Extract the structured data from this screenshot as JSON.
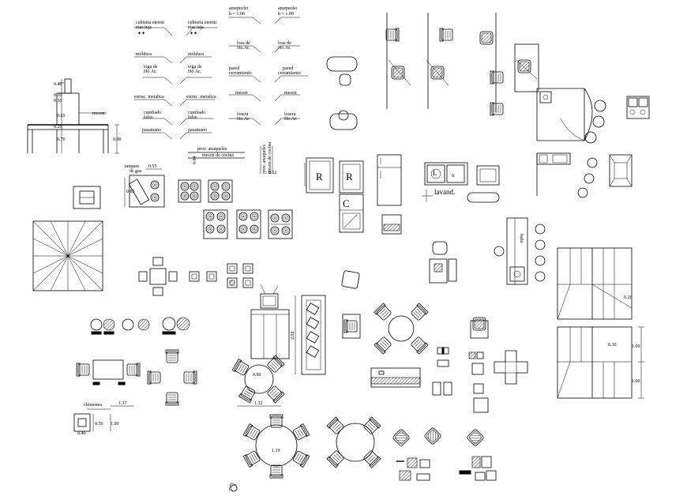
{
  "labels": {
    "cubierta_eternit": "cubierta eternit",
    "mas_teja": "mas teja",
    "moldura": "moldura",
    "viga_de": "viga de",
    "hoar": "Ho.Ar.",
    "estruc_metalica": "estruc. metalica",
    "cumbado": "cumbado",
    "falso": "falso",
    "pasamano": "pasamano",
    "antepecho": "antepecho",
    "h_100": "h = 1.00",
    "losa_de": "losa de",
    "pared": "pared",
    "cerramiento": "cerramiento",
    "meson": "meson",
    "losera": "losera",
    "prov_anaqueles": "prov. anaqueles",
    "meson_de_cocina": "meson de cocina",
    "tanques_de_gas": "tanques",
    "de_gas": "de gas",
    "chimenea": "chimenea",
    "lavand": "lavand.",
    "bano": "baño",
    "r": "R",
    "c": "C",
    "l": "L",
    "s": "S"
  },
  "dims": {
    "d040": "0.40",
    "d030": "0.30",
    "d065": "0.65",
    "d020": "0.20",
    "d070": "0.70",
    "d090": "0.90",
    "d055": "0.55",
    "d084": "0.84",
    "d085": "0.85",
    "d060": "0.60",
    "d202": "2.02",
    "d090b": "0.90",
    "d132": "1.32",
    "d119": "1.19",
    "d137": "1.37",
    "d050": "0.50",
    "d100": "1.00",
    "d026": "0.26",
    "d030b": "0.30",
    "d100b": "1.00",
    "d100c": "1.00",
    "d032": "0.32"
  }
}
